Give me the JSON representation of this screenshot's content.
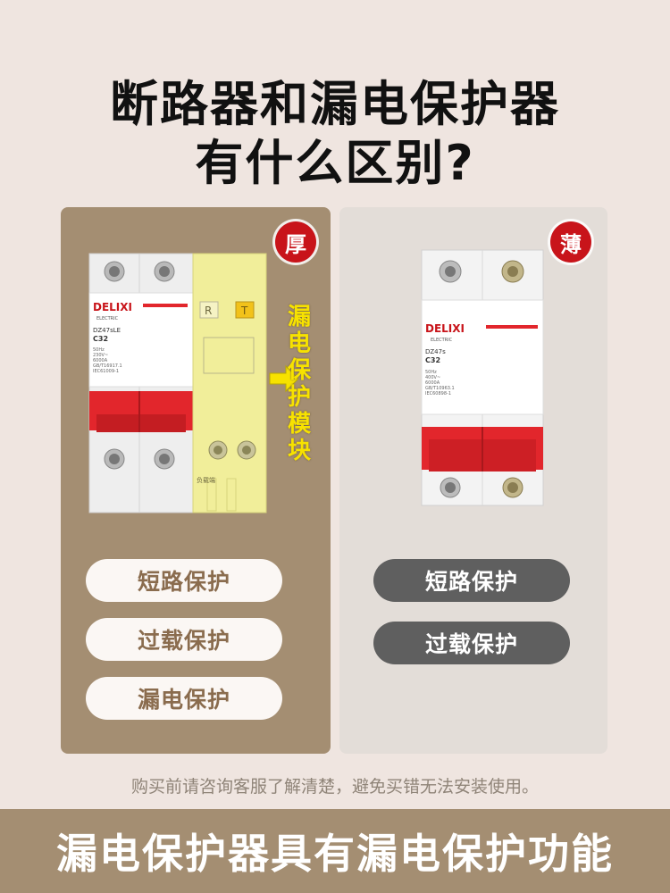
{
  "title": {
    "line1": "断路器和漏电保护器",
    "line2": "有什么区别?"
  },
  "left_panel": {
    "badge": "厚",
    "module_label": "漏电保护模块",
    "device": {
      "brand": "DELIXI",
      "sub": "ELECTRIC",
      "model": "DZ47sLE",
      "rating": "C32",
      "specs": [
        "50Hz",
        "230V~",
        "6000A",
        "GB/T16917.1",
        "IEC61009-1"
      ],
      "module_buttons": [
        "R",
        "T"
      ],
      "load_label": "负载端"
    },
    "features": [
      "短路保护",
      "过载保护",
      "漏电保护"
    ]
  },
  "right_panel": {
    "badge": "薄",
    "device": {
      "brand": "DELIXI",
      "sub": "ELECTRIC",
      "model": "DZ47s",
      "rating": "C32",
      "specs": [
        "50Hz",
        "400V~",
        "6000A",
        "GB/T10963.1",
        "IEC60898-1"
      ]
    },
    "features": [
      "短路保护",
      "过载保护"
    ]
  },
  "note": "购买前请咨询客服了解清楚，避免买错无法安装使用。",
  "banner": "漏电保护器具有漏电保护功能",
  "colors": {
    "background": "#efe5e0",
    "panel_left": "#a48e72",
    "panel_right": "#e3ddd8",
    "badge": "#c8141a",
    "breaker_red": "#e2262c",
    "module_yellow": "#f1ee9a",
    "label_yellow": "#f7e200"
  }
}
